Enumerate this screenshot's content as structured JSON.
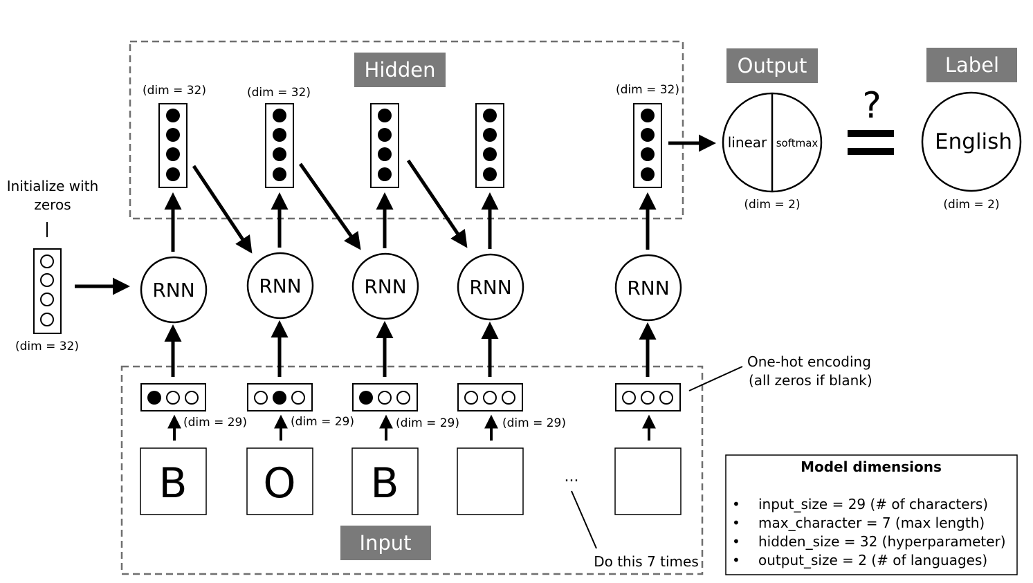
{
  "colors": {
    "label_box": "#7a7a7a",
    "stroke": "#000000",
    "dashed_border": "#6f6f6f",
    "filled_dot": "#000000"
  },
  "sections": {
    "hidden": "Hidden",
    "input": "Input",
    "output": "Output",
    "label": "Label"
  },
  "init": {
    "text_line1": "Initialize with",
    "text_line2": "zeros",
    "dim": "(dim = 32)"
  },
  "hidden_dims": [
    "(dim = 32)",
    "(dim = 32)",
    "(dim = 32)"
  ],
  "rnn_label": "RNN",
  "input_letters": [
    "B",
    "O",
    "B",
    "",
    ""
  ],
  "input_dims": [
    "(dim = 29)",
    "(dim = 29)",
    "(dim = 29)",
    "(dim = 29)"
  ],
  "onehot": [
    [
      true,
      false,
      false
    ],
    [
      false,
      true,
      false
    ],
    [
      true,
      false,
      false
    ],
    [
      false,
      false,
      false
    ],
    [
      false,
      false,
      false
    ]
  ],
  "ellipsis": "...",
  "repeat_note": "Do this 7 times",
  "onehot_note": {
    "line1": "One-hot encoding",
    "line2": "(all zeros if blank)"
  },
  "output": {
    "left": "linear",
    "right": "softmax",
    "dim": "(dim = 2)"
  },
  "compare": {
    "question": "?"
  },
  "label": {
    "value": "English",
    "dim": "(dim = 2)"
  },
  "model": {
    "title": "Model dimensions",
    "bullet": "•",
    "items": [
      "input_size = 29 (# of characters)",
      "max_character = 7 (max length)",
      "hidden_size = 32 (hyperparameter)",
      "output_size = 2 (# of languages)"
    ]
  }
}
